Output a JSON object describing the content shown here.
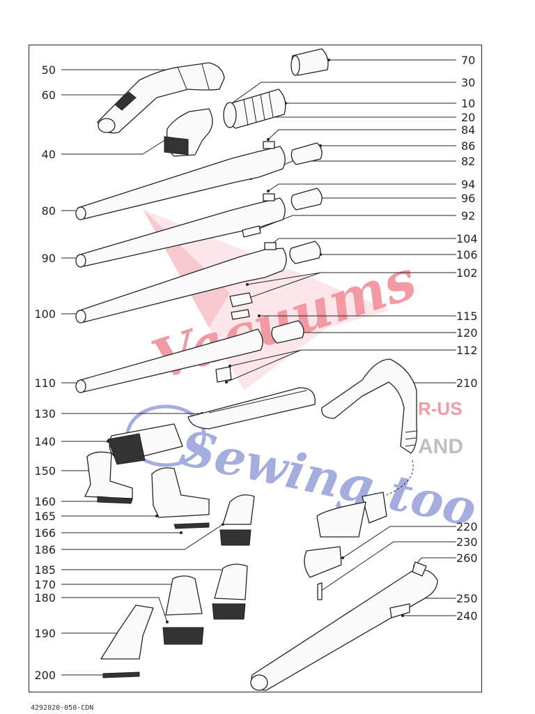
{
  "watermark": {
    "word_main": "Vacuums",
    "word_suffix": "R-US",
    "word_script": "Sewing too",
    "word_and": "AND",
    "color_red": "#e8485a",
    "color_blue": "#5a6bc2"
  },
  "footer": {
    "code": "4292020-050-CDN"
  },
  "part_labels": {
    "p50": "50",
    "p60": "60",
    "p40": "40",
    "p80": "80",
    "p90": "90",
    "p100": "100",
    "p110": "110",
    "p130": "130",
    "p140": "140",
    "p150": "150",
    "p160": "160",
    "p165": "165",
    "p166": "166",
    "p186": "186",
    "p185": "185",
    "p170": "170",
    "p180": "180",
    "p190": "190",
    "p200": "200",
    "p70": "70",
    "p30": "30",
    "p10": "10",
    "p20": "20",
    "p84": "84",
    "p86": "86",
    "p82": "82",
    "p94": "94",
    "p96": "96",
    "p92": "92",
    "p104": "104",
    "p106": "106",
    "p102": "102",
    "p115": "115",
    "p120": "120",
    "p112": "112",
    "p210": "210",
    "p220": "220",
    "p230": "230",
    "p260": "260",
    "p250": "250",
    "p240": "240"
  }
}
